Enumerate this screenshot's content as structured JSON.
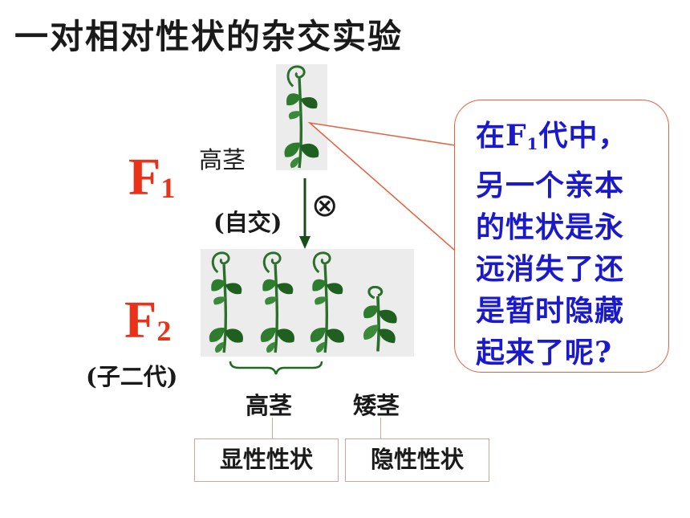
{
  "title": "一对相对性状的杂交实验",
  "f1": {
    "letter": "F",
    "sub": "1",
    "plant_label": "高茎"
  },
  "cross": {
    "label": "(自交)",
    "symbol": "⊗"
  },
  "f2": {
    "letter": "F",
    "sub": "2",
    "note": "(子二代)"
  },
  "phenotypes": [
    {
      "name": "高茎",
      "trait": "显性性状"
    },
    {
      "name": "矮茎",
      "trait": "隐性性状"
    }
  ],
  "callout": {
    "line1_pre": "在F",
    "line1_sub": "1",
    "line1_post": "代中，",
    "lines": [
      "另一个亲本",
      "的性状是永",
      "远消失了还",
      "是暂时隐藏",
      "起来了呢?"
    ]
  },
  "colors": {
    "accent": "#e8321a",
    "callout_text": "#1a1acc",
    "plant": "#1f6b1f",
    "arrow": "#1a4d1a"
  }
}
